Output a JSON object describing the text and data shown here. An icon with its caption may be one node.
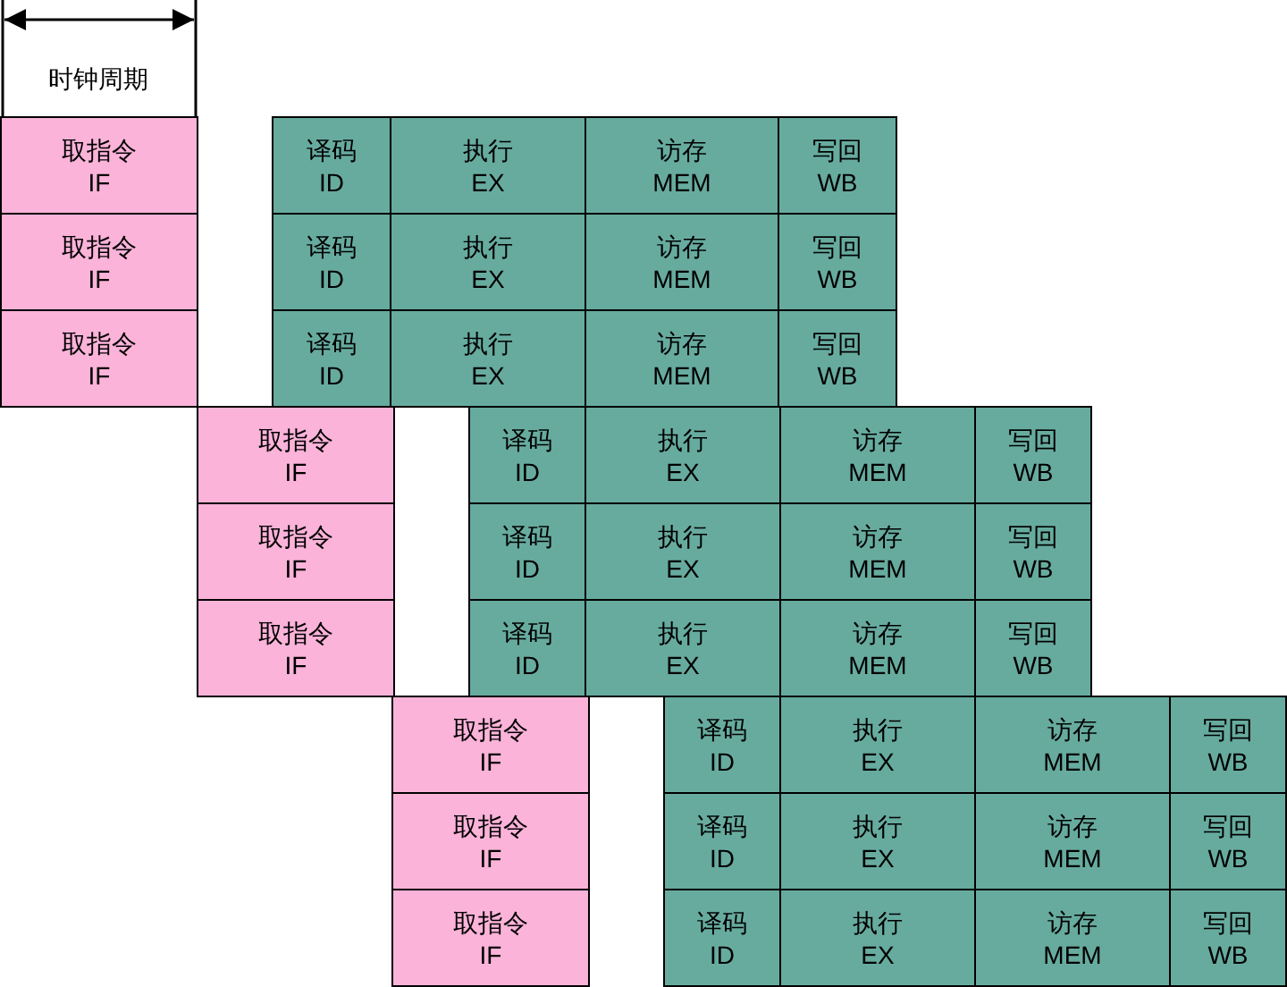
{
  "diagram": {
    "nodes": [
      {
        "text": [
          "取指令",
          "IF"
        ]
      },
      {
        "text": [
          "译码",
          "ID"
        ]
      },
      {
        "text": [
          "执行",
          "EX"
        ]
      },
      {
        "text": [
          "访存",
          "MEM"
        ]
      },
      {
        "text": [
          "写回",
          "WB"
        ]
      },
      {
        "text": [
          "取指令",
          "IF"
        ]
      },
      {
        "text": [
          "译码",
          "ID"
        ]
      },
      {
        "text": [
          "执行",
          "EX"
        ]
      },
      {
        "text": [
          "访存",
          "MEM"
        ]
      },
      {
        "text": [
          "写回",
          "WB"
        ]
      },
      {
        "text": [
          "取指令",
          "IF"
        ]
      },
      {
        "text": [
          "译码",
          "ID"
        ]
      },
      {
        "text": [
          "执行",
          "EX"
        ]
      },
      {
        "text": [
          "访存",
          "MEM"
        ]
      },
      {
        "text": [
          "写回",
          "WB"
        ]
      },
      {
        "text": [
          "取指令",
          "IF"
        ]
      },
      {
        "text": [
          "译码",
          "ID"
        ]
      },
      {
        "text": [
          "执行",
          "EX"
        ]
      },
      {
        "text": [
          "访存",
          "MEM"
        ]
      },
      {
        "text": [
          "写回",
          "WB"
        ]
      },
      {
        "text": [
          "取指令",
          "IF"
        ]
      },
      {
        "text": [
          "译码",
          "ID"
        ]
      },
      {
        "text": [
          "执行",
          "EX"
        ]
      },
      {
        "text": [
          "访存",
          "MEM"
        ]
      },
      {
        "text": [
          "写回",
          "WB"
        ]
      },
      {
        "text": [
          "取指令",
          "IF"
        ]
      },
      {
        "text": [
          "译码",
          "ID"
        ]
      },
      {
        "text": [
          "执行",
          "EX"
        ]
      },
      {
        "text": [
          "访存",
          "MEM"
        ]
      },
      {
        "text": [
          "写回",
          "WB"
        ]
      },
      {
        "text": [
          "取指令",
          "IF"
        ]
      },
      {
        "text": [
          "译码",
          "ID"
        ]
      },
      {
        "text": [
          "执行",
          "EX"
        ]
      },
      {
        "text": [
          "访存",
          "MEM"
        ]
      },
      {
        "text": [
          "写回",
          "WB"
        ]
      },
      {
        "text": [
          "取指令",
          "IF"
        ]
      },
      {
        "text": [
          "译码",
          "ID"
        ]
      },
      {
        "text": [
          "执行",
          "EX"
        ]
      },
      {
        "text": [
          "访存",
          "MEM"
        ]
      },
      {
        "text": [
          "写回",
          "WB"
        ]
      },
      {
        "text": [
          "取指令",
          "IF"
        ]
      },
      {
        "text": [
          "译码",
          "ID"
        ]
      },
      {
        "text": [
          "执行",
          "EX"
        ]
      },
      {
        "text": [
          "访存",
          "MEM"
        ]
      },
      {
        "text": [
          "写回",
          "WB"
        ]
      }
    ],
    "labels": [
      "时钟周期"
    ]
  }
}
